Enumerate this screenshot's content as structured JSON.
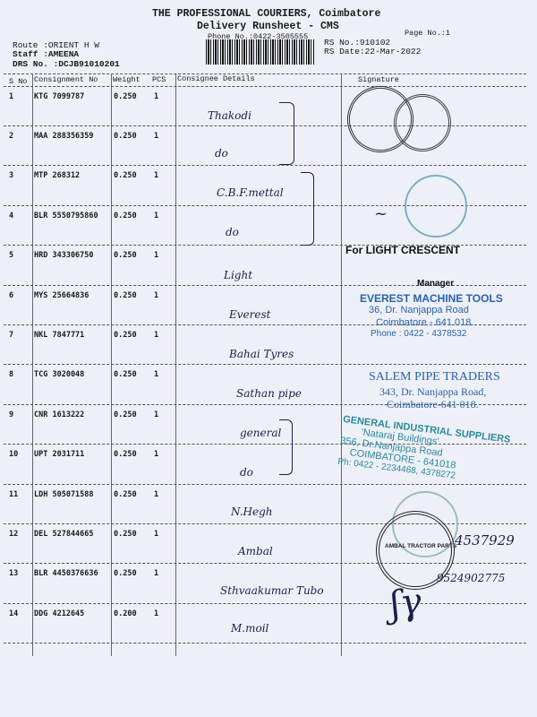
{
  "header": {
    "company": "THE PROFESSIONAL COURIERS, Coimbatore",
    "doc_title": "Delivery Runsheet - CMS",
    "phone": "Phone No.:0422-3505555",
    "page_no": "Page No.:1",
    "route": "Route :ORIENT H W",
    "staff": "Staff :AMEENA",
    "drs_no": "DRS No. :DCJB91010201",
    "rs_no": "RS No.:910102",
    "rs_date": "RS Date:22-Mar-2022"
  },
  "columns": [
    "S No",
    "Consignment No",
    "Weight",
    "PCS",
    "Consignee Details",
    "Signature"
  ],
  "rows": [
    {
      "sno": "1",
      "consignment": "KTG 7099787",
      "weight": "0.250",
      "pcs": "1",
      "consignee": "Thakodi"
    },
    {
      "sno": "2",
      "consignment": "MAA 288356359",
      "weight": "0.250",
      "pcs": "1",
      "consignee": "do"
    },
    {
      "sno": "3",
      "consignment": "MTP 268312",
      "weight": "0.250",
      "pcs": "1",
      "consignee": "C.B.F.mettal"
    },
    {
      "sno": "4",
      "consignment": "BLR 5550795860",
      "weight": "0.250",
      "pcs": "1",
      "consignee": "do"
    },
    {
      "sno": "5",
      "consignment": "HRD 343306750",
      "weight": "0.250",
      "pcs": "1",
      "consignee": "Light"
    },
    {
      "sno": "6",
      "consignment": "MYS 25664836",
      "weight": "0.250",
      "pcs": "1",
      "consignee": "Everest"
    },
    {
      "sno": "7",
      "consignment": "NKL 7847771",
      "weight": "0.250",
      "pcs": "1",
      "consignee": "Bahai Tyres"
    },
    {
      "sno": "8",
      "consignment": "TCG 3020048",
      "weight": "0.250",
      "pcs": "1",
      "consignee": "Sathan pipe"
    },
    {
      "sno": "9",
      "consignment": "CNR 1613222",
      "weight": "0.250",
      "pcs": "1",
      "consignee": "general"
    },
    {
      "sno": "10",
      "consignment": "UPT 2031711",
      "weight": "0.250",
      "pcs": "1",
      "consignee": "do"
    },
    {
      "sno": "11",
      "consignment": "LDH 505071588",
      "weight": "0.250",
      "pcs": "1",
      "consignee": "N.Hegh"
    },
    {
      "sno": "12",
      "consignment": "DEL 527844665",
      "weight": "0.250",
      "pcs": "1",
      "consignee": "Ambal"
    },
    {
      "sno": "13",
      "consignment": "BLR 4450376636",
      "weight": "0.250",
      "pcs": "1",
      "consignee": "Sthvaakumar Tubo"
    },
    {
      "sno": "14",
      "consignment": "DDG 4212645",
      "weight": "0.200",
      "pcs": "1",
      "consignee": "M.moil"
    }
  ],
  "stamps": {
    "light_crescent": "For LIGHT CRESCENT",
    "manager": "Manager",
    "everest_name": "EVEREST MACHINE TOOLS",
    "everest_addr1": "36, Dr. Nanjappa Road",
    "everest_addr2": "Coimbatore - 641 018.",
    "everest_phone": "Phone : 0422 - 4378532",
    "salem_name": "SALEM PIPE TRADERS",
    "salem_addr1": "343, Dr. Nanjappa Road,",
    "salem_addr2": "Coimbatore-641 018.",
    "general_name": "GENERAL INDUSTRIAL SUPPLIERS",
    "general_addr1": "'Nataraj Buildings'",
    "general_addr2": "356, Dr.Nanjappa Road",
    "general_addr3": "COIMBATORE - 641018",
    "general_phone": "Ph: 0422 - 2234468, 4378272",
    "ambal": "AMBAL TRACTOR PARTS",
    "phone_note1": "4537929",
    "phone_note2": "9524902775"
  },
  "colors": {
    "ink": "#1b1f4a",
    "stamp_blue": "#2a63a8",
    "stamp_teal": "#2a8a9a",
    "paper": "#eef0f8"
  }
}
